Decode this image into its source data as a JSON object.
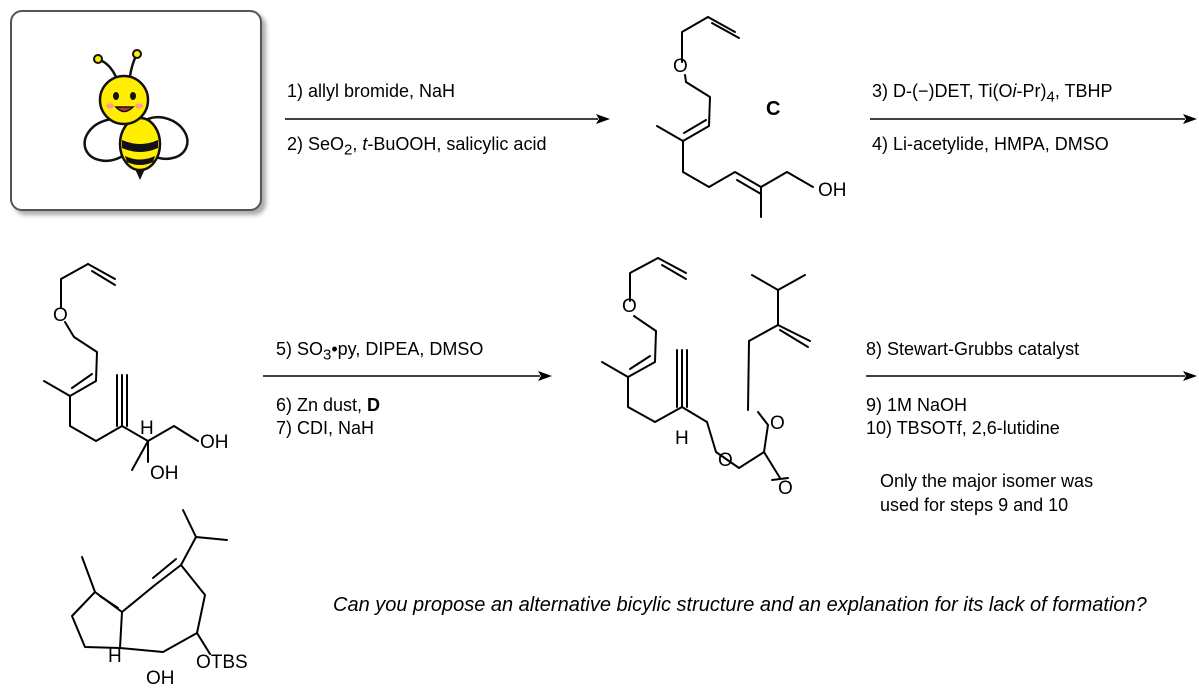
{
  "step1": "1) allyl bromide, NaH",
  "step2_pre": "2) SeO",
  "step2_sub": "2",
  "step2_mid": ", ",
  "step2_ital": "t",
  "step2_post": "-BuOOH, salicylic acid",
  "step3_a": "3) D-(−)DET, Ti(O",
  "step3_ital": "i",
  "step3_b": "-Pr)",
  "step3_sub": "4",
  "step3_c": ", TBHP",
  "step4": "4) Li-acetylide, HMPA, DMSO",
  "step5_a": "5) SO",
  "step5_sub": "3",
  "step5_b": "•py, DIPEA, DMSO",
  "step6_a": "6) Zn dust, ",
  "step6_bold": "D",
  "step7": "7) CDI, NaH",
  "step8": "8)   Stewart-Grubbs catalyst",
  "step9": "9)   1M NaOH",
  "step10": "10) TBSOTf, 2,6-lutidine",
  "note_line1": "Only the major isomer was",
  "note_line2": "used for steps 9 and 10",
  "question": "Can you propose an alternative bicylic structure and an explanation for its lack of formation?",
  "compound_C_label": "C",
  "atoms": {
    "O": "O",
    "OH": "OH",
    "H": "H",
    "OTBS": "OTBS"
  },
  "mascot_icon": "bee-mascot-icon",
  "colors": {
    "mascot_body": "#ffee00",
    "mascot_stripes": "#111111",
    "frame_border": "#555555"
  }
}
